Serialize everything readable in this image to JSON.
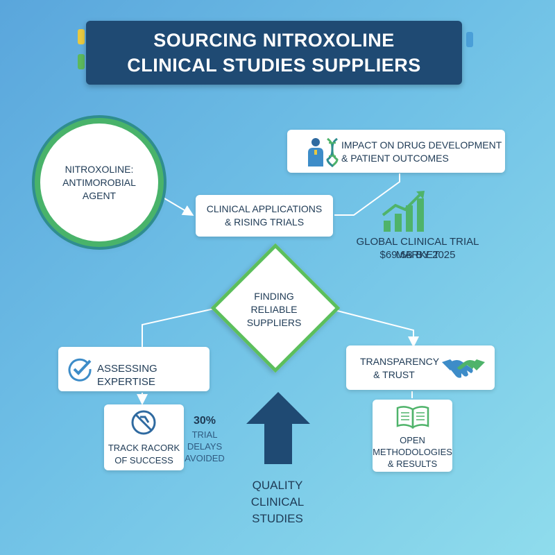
{
  "title": {
    "line1": "SOURCING NITROXOLINE",
    "line2": "CLINICAL STUDIES SUPPLIERS"
  },
  "nodes": {
    "agent": {
      "line1": "NITROXOLINE:",
      "line2": "ANTIMOROBIAL",
      "line3": "AGENT"
    },
    "clinical_applications": {
      "line1": "CLINICAL APPLICATIONS",
      "line2": "& RISING TRIALS"
    },
    "impact": {
      "line1": "IMPACT ON DRUG DEVELOPMENT",
      "line2": "& PATIENT OUTCOMES"
    },
    "market": {
      "line1": "GLOBAL CLINICAL TRIAL MARKET",
      "line2": "$69.6B BY 2025"
    },
    "finding": {
      "line1": "FINDING",
      "line2": "RELIABLE",
      "line3": "SUPPLIERS"
    },
    "expertise": {
      "label": "ASSESSING EXPERTISE"
    },
    "transparency": {
      "line1": "TRANSPARENCY",
      "line2": "& TRUST"
    },
    "track": {
      "line1": "TRACK RACORK",
      "line2": "OF SUCCESS"
    },
    "delays": {
      "value": "30%",
      "line1": "TRIAL",
      "line2": "DELAYS",
      "line3": "AVOIDED"
    },
    "open": {
      "line1": "OPEN",
      "line2": "METHODOLOGIES",
      "line3": "& RESULTS"
    },
    "quality": {
      "line1": "QUALITY",
      "line2": "CLINICAL",
      "line3": "STUDIES"
    }
  },
  "icons": {
    "impact": "person-dna-icon",
    "market": "bar-chart-growth-icon",
    "expertise": "check-circle-icon",
    "transparency": "handshake-icon",
    "track": "no-entry-icon",
    "open": "open-book-icon",
    "quality": "up-arrow-icon"
  },
  "colors": {
    "title_bg": "#1f4a73",
    "green": "#5cbf5c",
    "teal": "#2f8d8f",
    "navy": "#1e3a55"
  }
}
